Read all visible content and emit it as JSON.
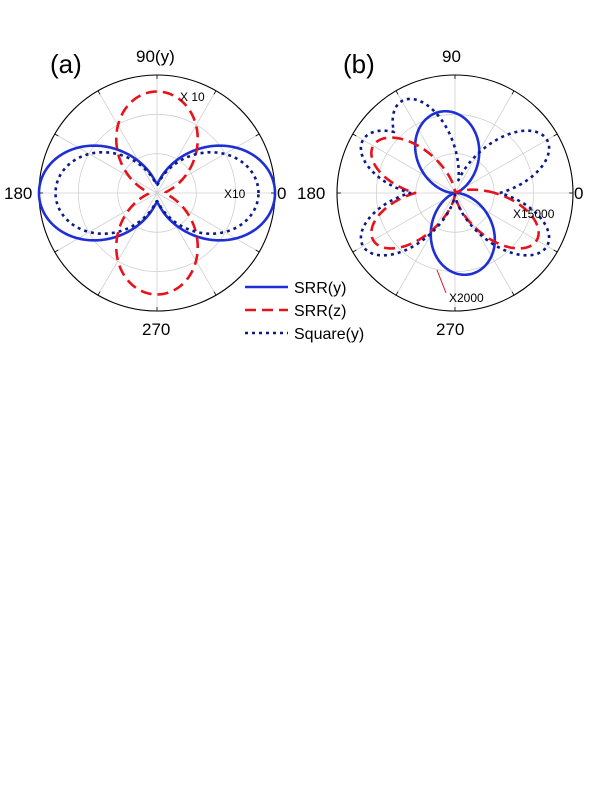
{
  "chart_data": [
    {
      "type": "polar",
      "panel_label": "(a)",
      "angle_labels": {
        "a0": "0",
        "a90": "90(y)",
        "a180": "180",
        "a270": "270"
      },
      "annotations": {
        "x10_top": "X 10",
        "x10_right": "X10"
      },
      "radial_range": [
        0,
        1
      ],
      "grid": true,
      "series": [
        {
          "name": "SRR(y)",
          "pattern": "cos2",
          "peak": 1.0,
          "angles_deg": [
            0,
            180
          ]
        },
        {
          "name": "SRR(z)",
          "pattern": "sin2",
          "peak": 0.86,
          "angles_deg": [
            90,
            270
          ]
        },
        {
          "name": "Square(y)",
          "pattern": "cos2",
          "peak": 0.86,
          "angles_deg": [
            0,
            180
          ]
        }
      ]
    },
    {
      "type": "polar",
      "panel_label": "(b)",
      "angle_labels": {
        "a0": "0",
        "a90": "90",
        "a180": "180",
        "a270": "270"
      },
      "annotations": {
        "x15000": "X15000",
        "x2000": "X2000"
      },
      "radial_range": [
        0,
        1
      ],
      "grid": true,
      "series": [
        {
          "name": "SRR(y)",
          "pattern": "sin2_tilted",
          "peak": 0.7,
          "angles_deg": [
            100,
            280
          ]
        },
        {
          "name": "SRR(z)",
          "pattern": "cos2_lobes",
          "peak": 0.8,
          "angles_deg": [
            150,
            210,
            330
          ]
        },
        {
          "name": "Square(y)",
          "pattern": "cos2_lobes",
          "peak": 0.9,
          "angles_deg": [
            30,
            120,
            150,
            210,
            330
          ]
        }
      ]
    }
  ],
  "legend": [
    {
      "label": "SRR(y)",
      "color": "#1f2fd6",
      "dash": "solid"
    },
    {
      "label": "SRR(z)",
      "color": "#e8121b",
      "dash": "dashed"
    },
    {
      "label": "Square(y)",
      "color": "#0a1a8c",
      "dash": "dotted"
    }
  ]
}
